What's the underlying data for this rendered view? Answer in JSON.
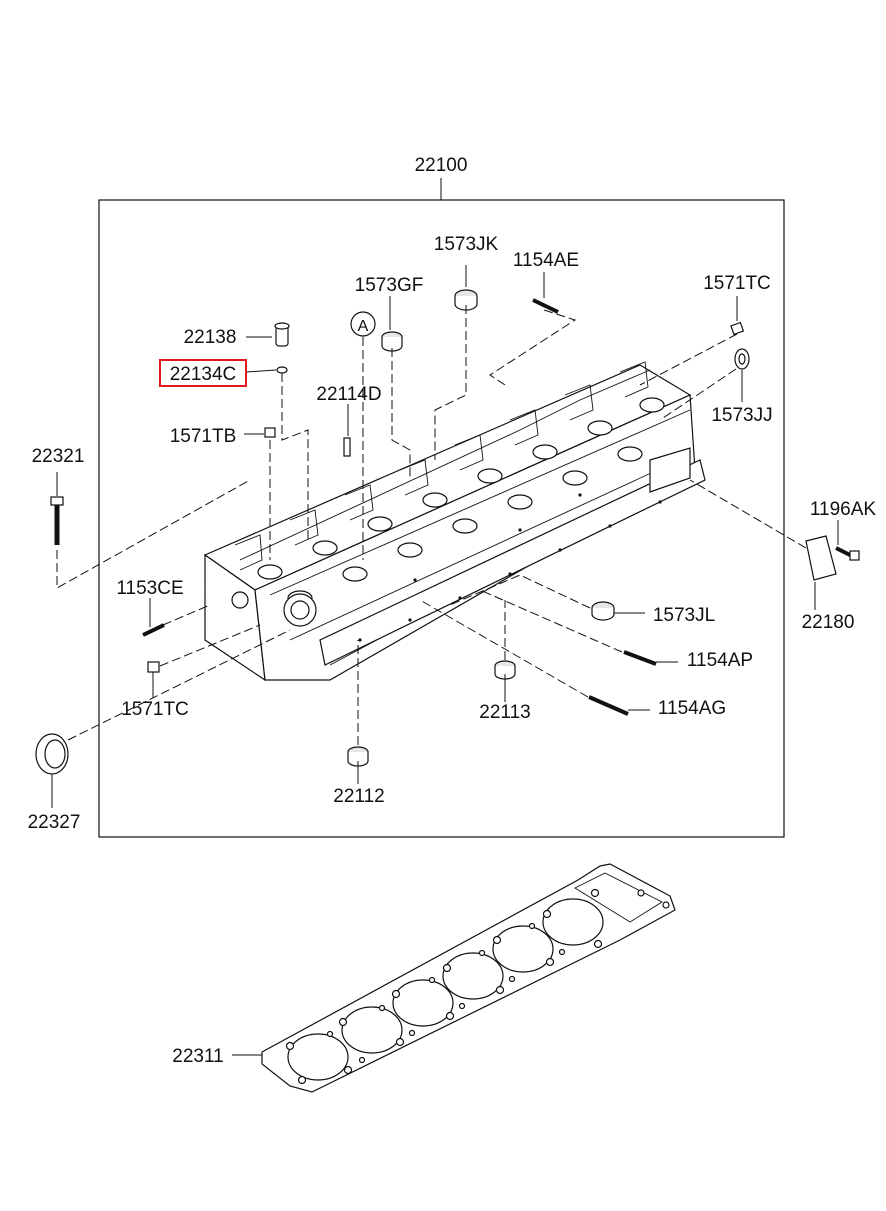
{
  "diagram": {
    "assembly_label": "22100",
    "gasket_label": "22311",
    "highlighted_part": "22134C",
    "highlight_color": "#e0191f",
    "view_marker": "A",
    "labels": {
      "p1573JK": "1573JK",
      "p1154AE": "1154AE",
      "p1571TC_top": "1571TC",
      "p1573GF": "1573GF",
      "p22138": "22138",
      "p22134C": "22134C",
      "p22114D": "22114D",
      "p1571TB": "1571TB",
      "p22321": "22321",
      "p1573JJ": "1573JJ",
      "p1196AK": "1196AK",
      "p22180": "22180",
      "p1153CE": "1153CE",
      "p1573JL": "1573JL",
      "p1154AP": "1154AP",
      "p1571TC_bottom": "1571TC",
      "p22113": "22113",
      "p1154AG": "1154AG",
      "p22327": "22327",
      "p22112": "22112"
    }
  }
}
